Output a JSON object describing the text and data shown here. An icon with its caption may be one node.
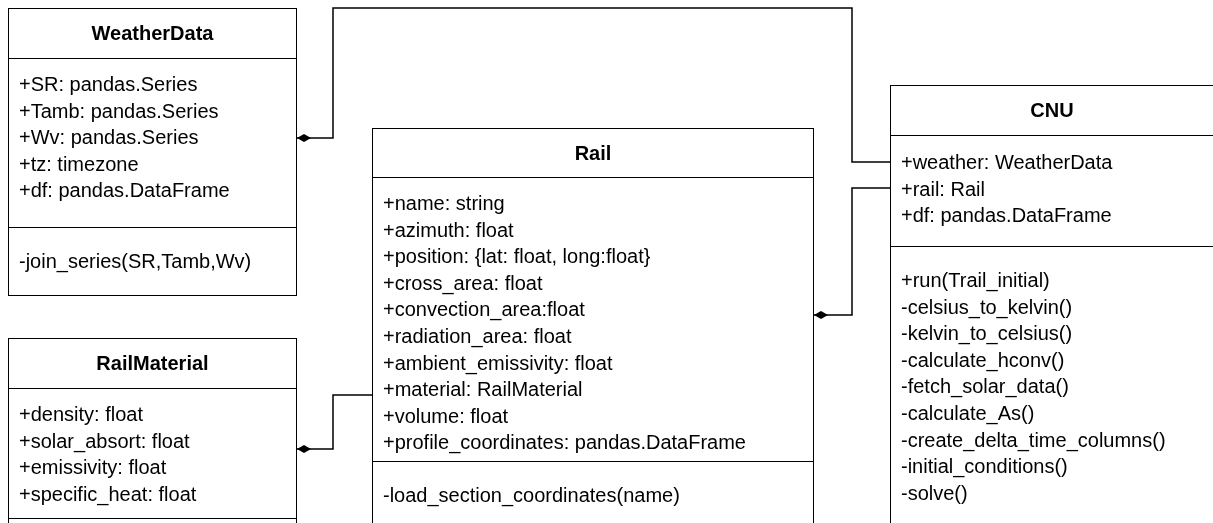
{
  "diagram": {
    "nodes": [
      {
        "text": [
          "WeatherData"
        ]
      },
      {
        "text": [
          "+SR: pandas.Series",
          "+Tamb: pandas.Series",
          "+Wv: pandas.Series",
          "+tz: timezone",
          "+df: pandas.DataFrame"
        ],
        "in": 0
      },
      {
        "text": [
          "-join_series(SR,Tamb,Wv)"
        ],
        "in": 0
      },
      {
        "text": [
          "Rail"
        ]
      },
      {
        "text": [
          "+name: string",
          "+azimuth: float",
          "+position: {lat: float, long:float}",
          "+cross_area: float",
          "+convection_area:float",
          "+radiation_area: float",
          "+ambient_emissivity: float",
          "+material: RailMaterial",
          "+volume: float",
          "+profile_coordinates: pandas.DataFrame"
        ],
        "in": 3
      },
      {
        "text": [
          "-load_section_coordinates(name)"
        ],
        "in": 3
      },
      {
        "text": [
          "CNU"
        ]
      },
      {
        "text": [
          "+weather: WeatherData",
          "+rail: Rail",
          "+df: pandas.DataFrame"
        ],
        "in": 6
      },
      {
        "text": [
          "+run(Trail_initial)",
          "-celsius_to_kelvin()",
          "-kelvin_to_celsius()",
          "-calculate_hconv()",
          "-fetch_solar_data()",
          "-calculate_As()",
          "-create_delta_time_columns()",
          "-initial_conditions()",
          "-solve()"
        ],
        "in": 6
      },
      {
        "text": [
          "RailMaterial"
        ]
      },
      {
        "text": [
          "+density: float",
          "+solar_absort: float",
          "+emissivity: float",
          "+specific_heat: float"
        ],
        "in": 9
      },
      {
        "text": [],
        "shape": "box",
        "in": 9
      }
    ],
    "edges": [
      {
        "from": 1,
        "to": 7,
        "arrow": "other"
      },
      {
        "from": 4,
        "to": 7,
        "arrow": "other"
      },
      {
        "from": 10,
        "to": 4,
        "arrow": "other"
      }
    ]
  }
}
